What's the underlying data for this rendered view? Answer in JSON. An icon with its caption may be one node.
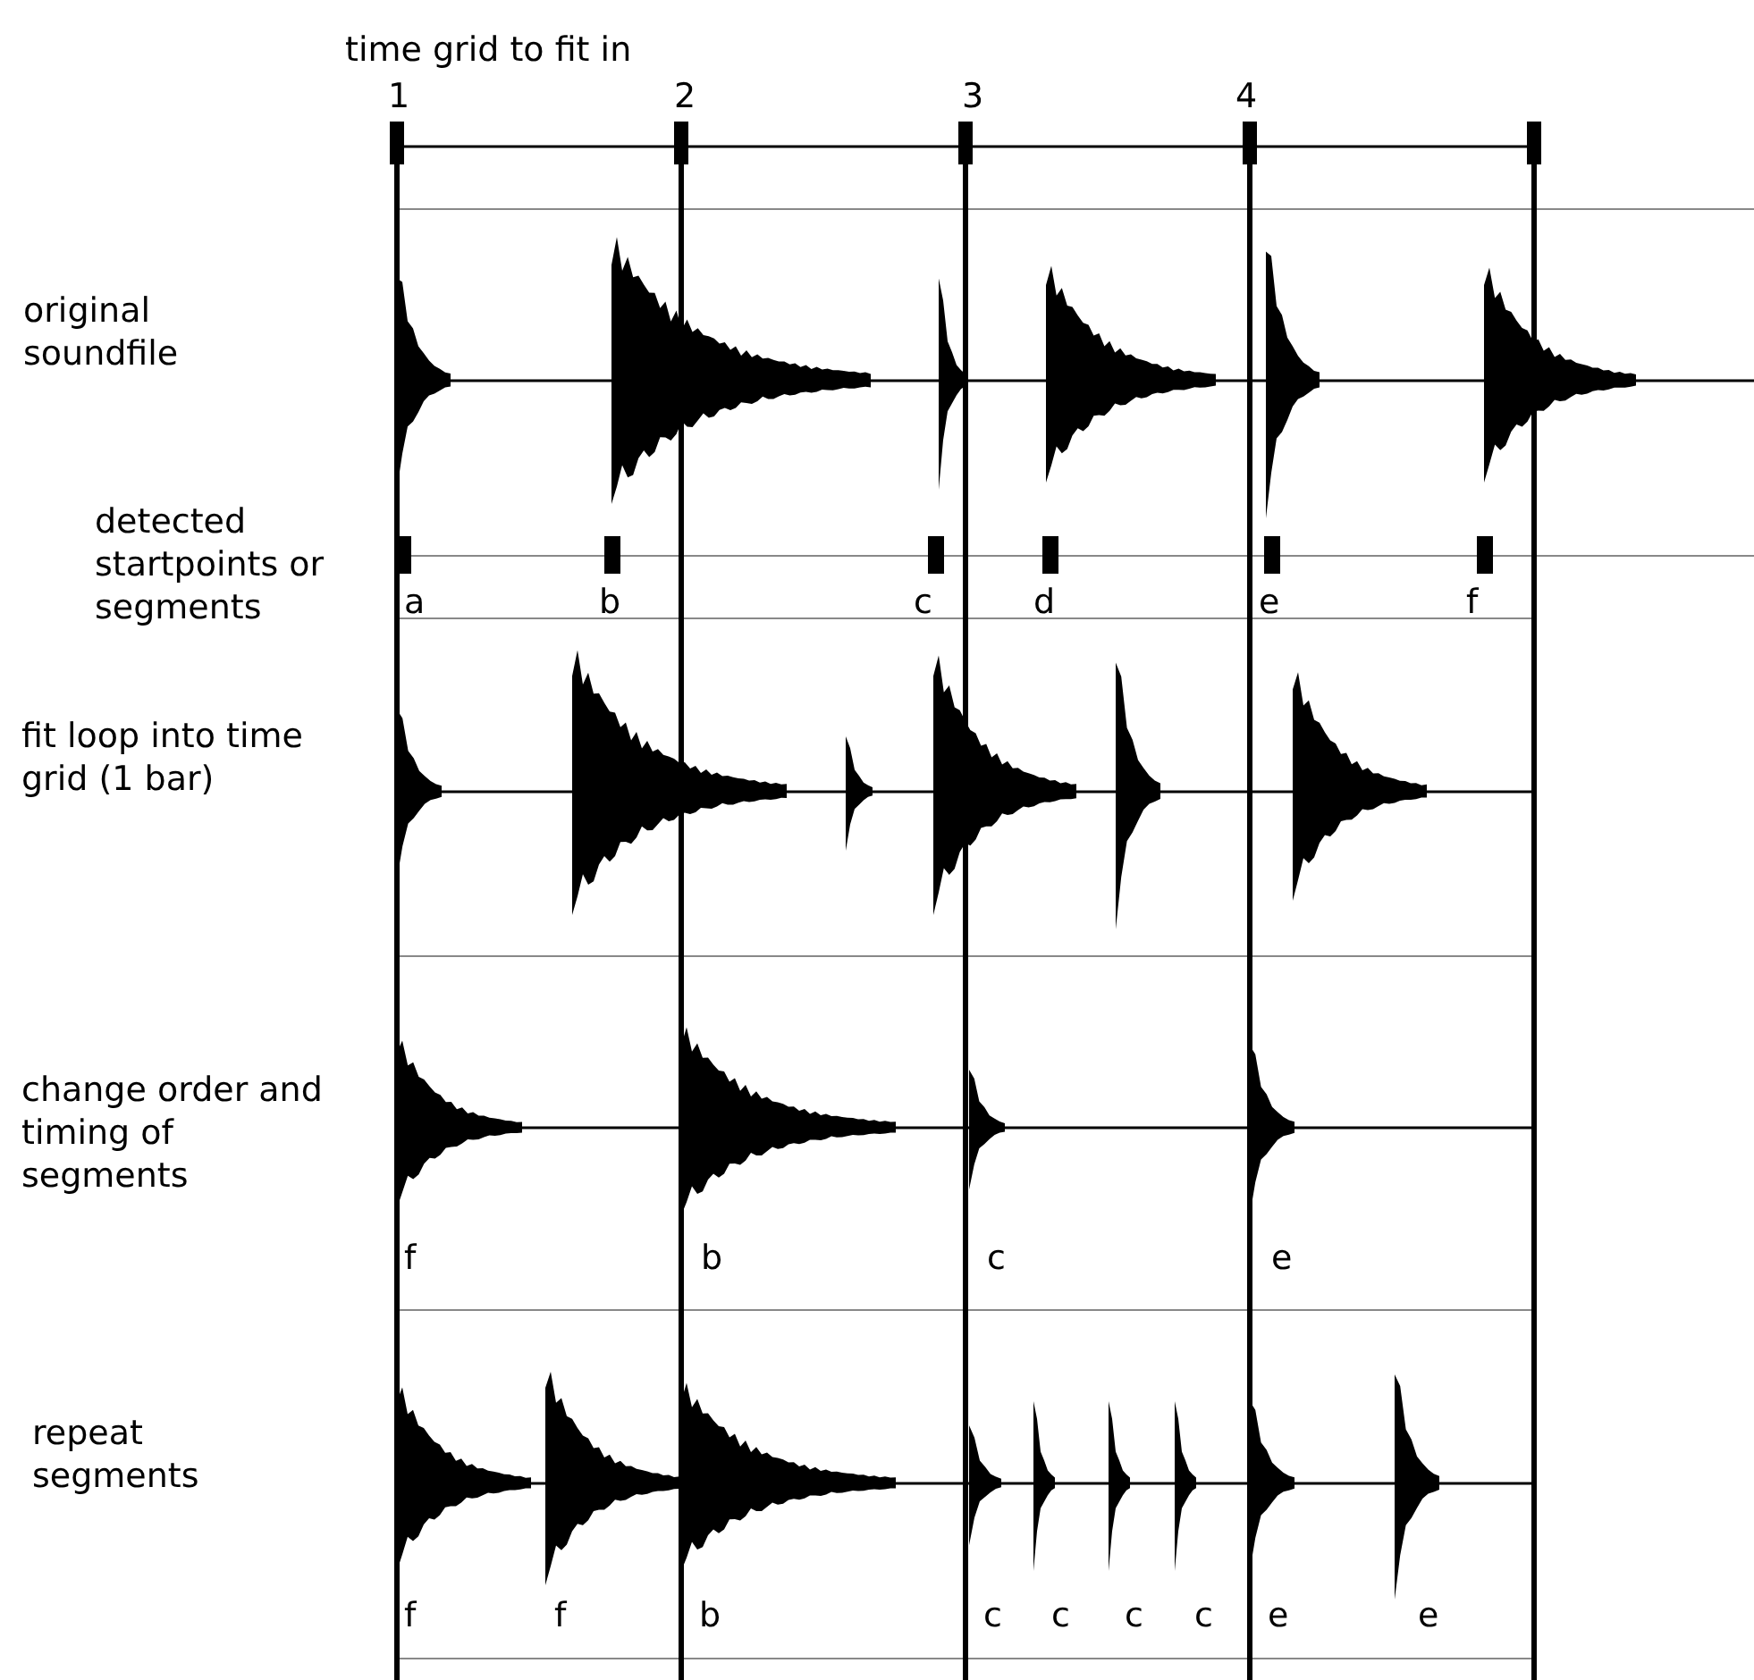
{
  "diagram": {
    "labels": [
      "time grid to fit in",
      "1",
      "2",
      "3",
      "4",
      "original soundfile",
      "detected startpoints or segments",
      "a",
      "b",
      "c",
      "d",
      "e",
      "f",
      "fit loop into time grid (1 bar)",
      "change order and timing of segments",
      "f",
      "b",
      "c",
      "e",
      "repeat segments",
      "f",
      "f",
      "b",
      "c",
      "c",
      "c",
      "c",
      "e",
      "e"
    ]
  }
}
